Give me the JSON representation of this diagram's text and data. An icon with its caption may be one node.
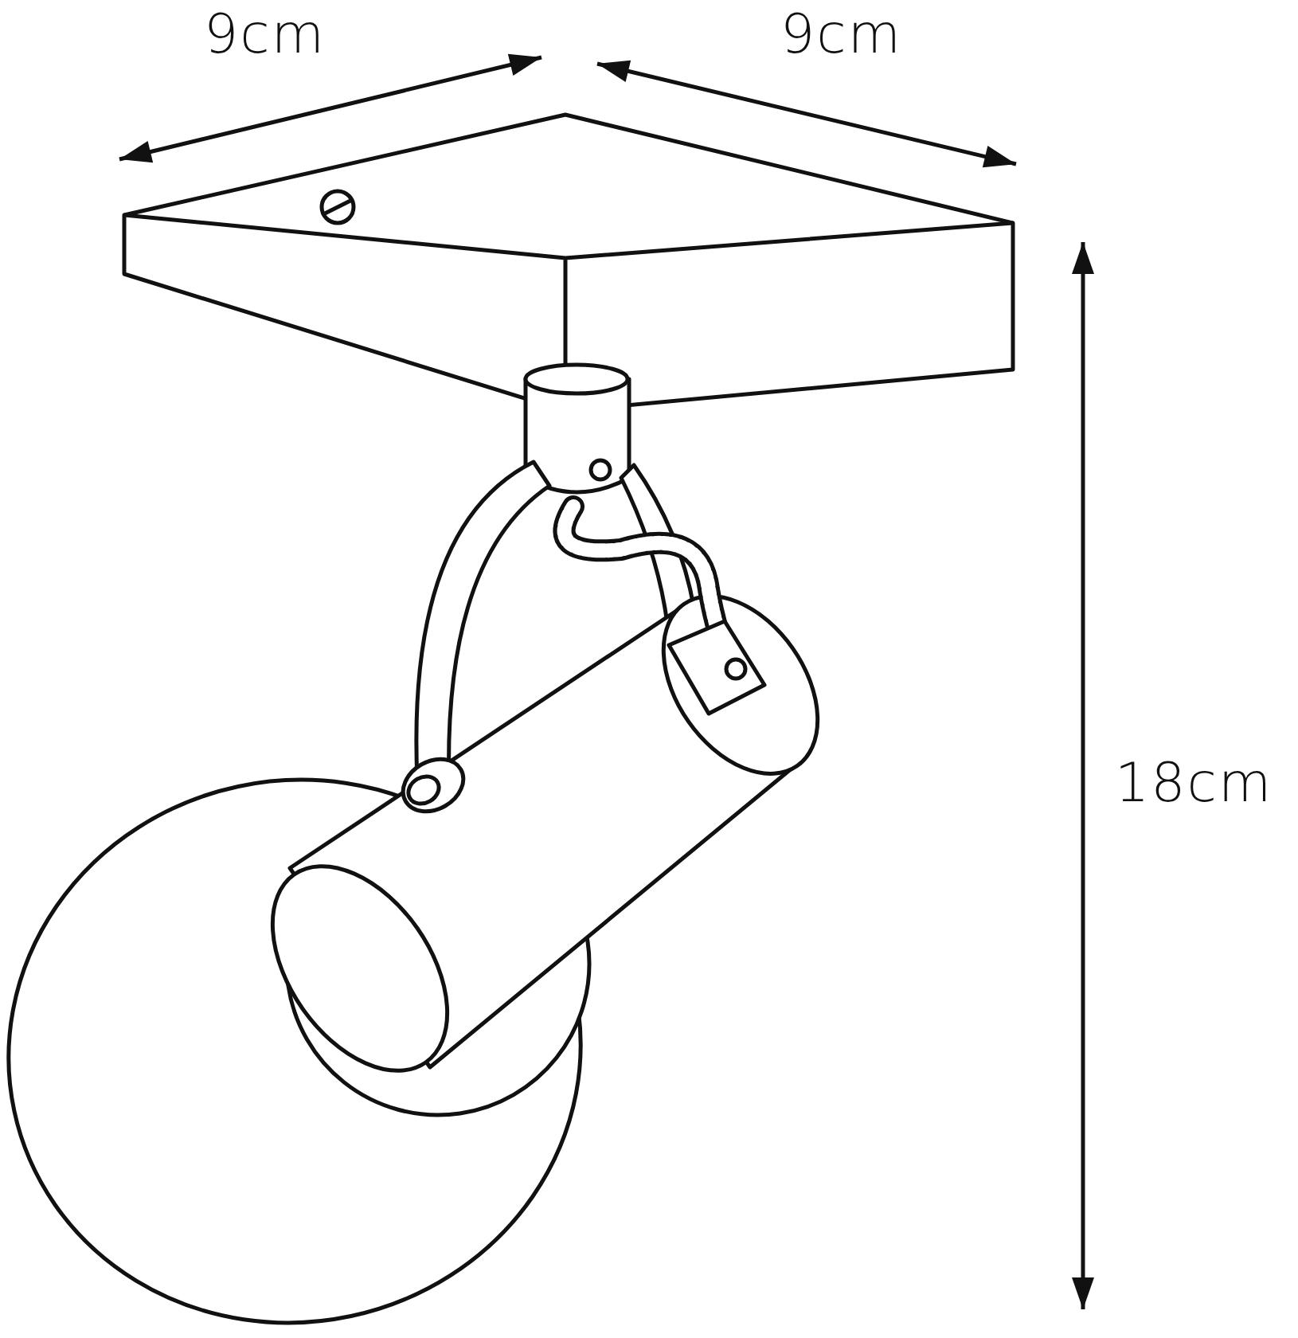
{
  "diagram": {
    "labels": [
      "9cm",
      "9cm",
      "18cm"
    ]
  }
}
